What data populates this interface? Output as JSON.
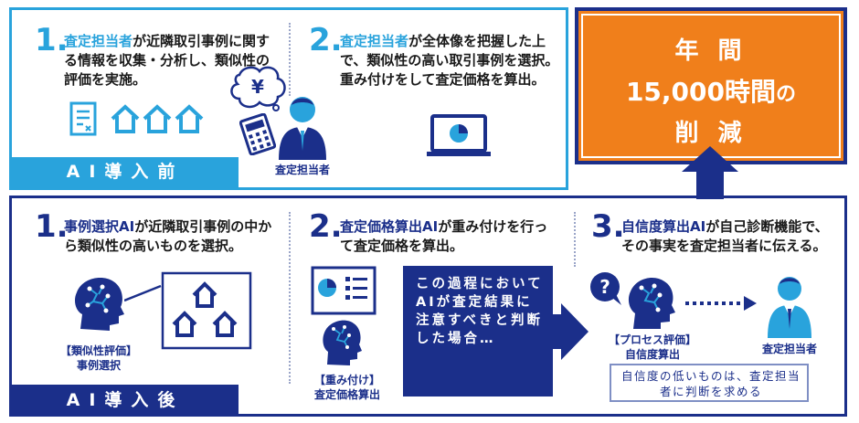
{
  "before": {
    "label": "AI導入前",
    "step1": {
      "num": "1.",
      "role": "査定担当者",
      "text": "が近隣取引事例に関する情報を収集・分析し、類似性の評価を実施。"
    },
    "step2": {
      "num": "2.",
      "role": "査定担当者",
      "text": "が全体像を把握した上で、類似性の高い取引事例を選択。重み付けをして査定価格を算出。"
    },
    "person_caption": "査定担当者",
    "yen_glyph": "¥"
  },
  "result": {
    "line1": "年 間",
    "line2a": "15,000",
    "line2b": "時間",
    "line2c": "の",
    "line3": "削 減"
  },
  "after": {
    "label": "AI導入後",
    "step1": {
      "num": "1.",
      "role": "事例選択AI",
      "text": "が近隣取引事例の中から類似性の高いものを選択。",
      "caption1": "【類似性評価】",
      "caption2": "事例選択"
    },
    "step2": {
      "num": "2.",
      "role": "査定価格算出AI",
      "text": "が重み付けを行って査定価格を算出。",
      "caption1": "【重み付け】",
      "caption2": "査定価格算出"
    },
    "step3": {
      "num": "3.",
      "role": "自信度算出AI",
      "text": "が自己診断機能で、その事実を査定担当者に伝える。",
      "caption1": "【プロセス評価】",
      "caption2": "自信度算出",
      "person_caption": "査定担当者",
      "question_glyph": "?"
    },
    "note": "この過程においてAIが査定結果に注意すべきと判断した場合…",
    "confidence_note": "自信度の低いものは、査定担当者に判断を求める"
  },
  "colors": {
    "cyan": "#29a3dc",
    "navy": "#1b2f8a",
    "orange": "#f07f1b"
  },
  "icons": [
    "document-icon",
    "house-icon",
    "thought-bubble-yen-icon",
    "calculator-icon",
    "person-icon",
    "laptop-chart-icon",
    "ai-head-icon",
    "report-icon",
    "question-icon",
    "arrow-up-icon",
    "arrow-right-icon"
  ]
}
